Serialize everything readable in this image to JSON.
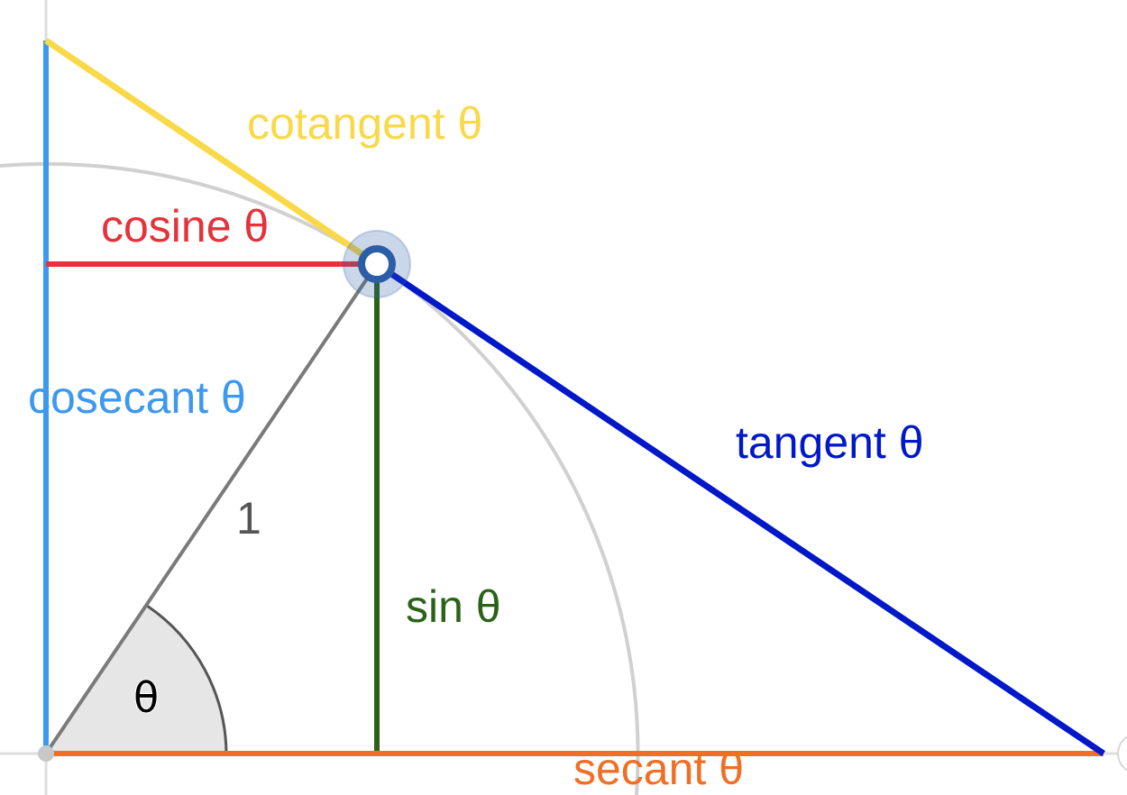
{
  "labels": {
    "cotangent": "cotangent  θ",
    "cosine": "cosine  θ",
    "cosecant": "cosecant  θ",
    "tangent": "tangent  θ",
    "sin": "sin  θ",
    "secant": "secant  θ",
    "radius": "1",
    "angle": "θ"
  },
  "colors": {
    "cotangent": "#f9d948",
    "cosine": "#e5323b",
    "cosecant": "#3d98f0",
    "tangent": "#0018c8",
    "sin": "#2b6218",
    "secant": "#ef6f26",
    "radius": "#7a7a7a",
    "unit_circle": "#d0d0d0",
    "axes": "#dddddd",
    "point": "#2b5ea7"
  }
}
